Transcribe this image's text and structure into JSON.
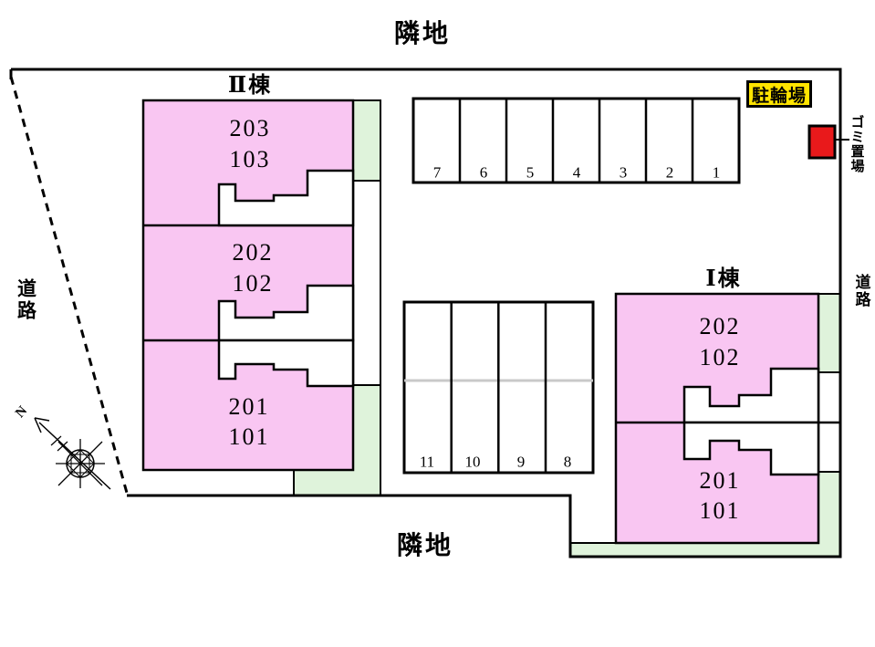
{
  "site": {
    "adjacent_top": "隣地",
    "adjacent_bottom": "隣地",
    "road_left": "道路",
    "road_right": "道路",
    "bicycle_parking": "駐輪場",
    "garbage_area": "ゴミ置場"
  },
  "compass": {
    "north": "N"
  },
  "buildings": [
    {
      "label": "Ⅱ棟",
      "units": [
        {
          "upper": "203",
          "lower": "103"
        },
        {
          "upper": "202",
          "lower": "102"
        },
        {
          "upper": "201",
          "lower": "101"
        }
      ]
    },
    {
      "label": "Ⅰ棟",
      "units": [
        {
          "upper": "202",
          "lower": "102"
        },
        {
          "upper": "201",
          "lower": "101"
        }
      ]
    }
  ],
  "parking": {
    "top_row": [
      "7",
      "6",
      "5",
      "4",
      "3",
      "2",
      "1"
    ],
    "middle_block": [
      "11",
      "10",
      "9",
      "8"
    ]
  },
  "colors": {
    "building_pink": "#f9c6f2",
    "lawn_green": "#dff3db",
    "bicycle_yellow": "#ffe400",
    "garbage_red": "#e9191b",
    "faded_line_gray": "#c9c9c9",
    "line_black": "#000000"
  }
}
